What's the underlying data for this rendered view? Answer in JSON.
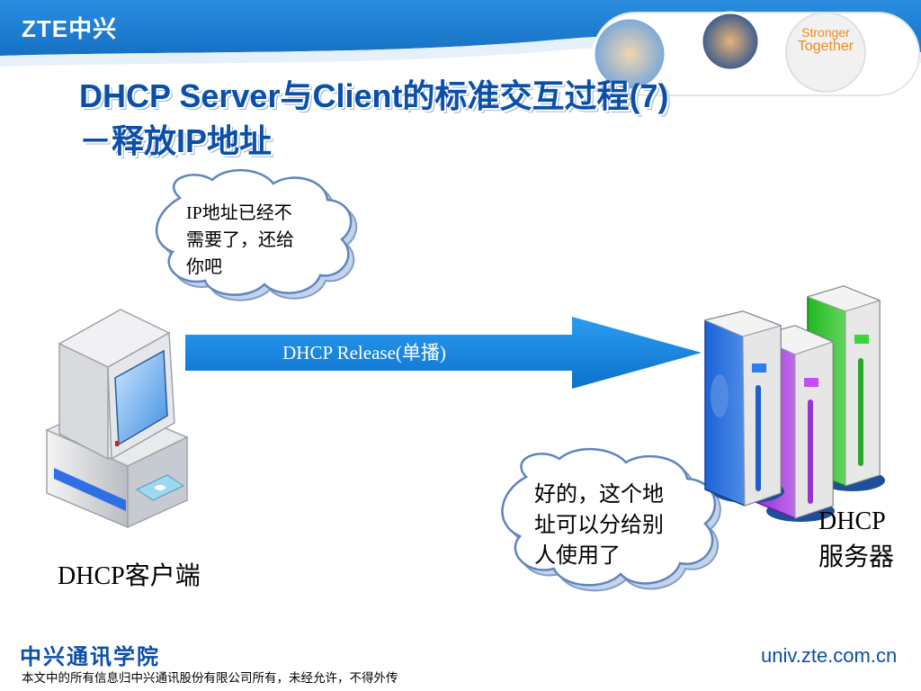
{
  "header": {
    "brand": "ZTE中兴",
    "slogan_line1": "Stronger",
    "slogan_line2": "Together"
  },
  "title": {
    "line1": "DHCP Server与Client的标准交互过程(7)",
    "line2": "－释放IP地址"
  },
  "diagram": {
    "client_bubble": [
      "IP地址已经不",
      "需要了，还给",
      "你吧"
    ],
    "arrow_label": "DHCP Release(单播)",
    "server_bubble": [
      "好的，这个地",
      "址可以分给别",
      "人使用了"
    ],
    "client_label": "DHCP客户端",
    "server_label_line1": "DHCP",
    "server_label_line2": "服务器"
  },
  "footer": {
    "org": "中兴通讯学院",
    "url": "univ.zte.com.cn",
    "copyright": "本文中的所有信息归中兴通讯股份有限公司所有，未经允许，不得外传"
  },
  "colors": {
    "header_blue": "#1a7fd4",
    "title_blue": "#0b4fa8",
    "arrow_blue": "#1589e0",
    "slogan_orange": "#f08a1c"
  },
  "icons": [
    "computer-icon",
    "server-rack-icon",
    "thought-bubble",
    "photo-circle"
  ]
}
